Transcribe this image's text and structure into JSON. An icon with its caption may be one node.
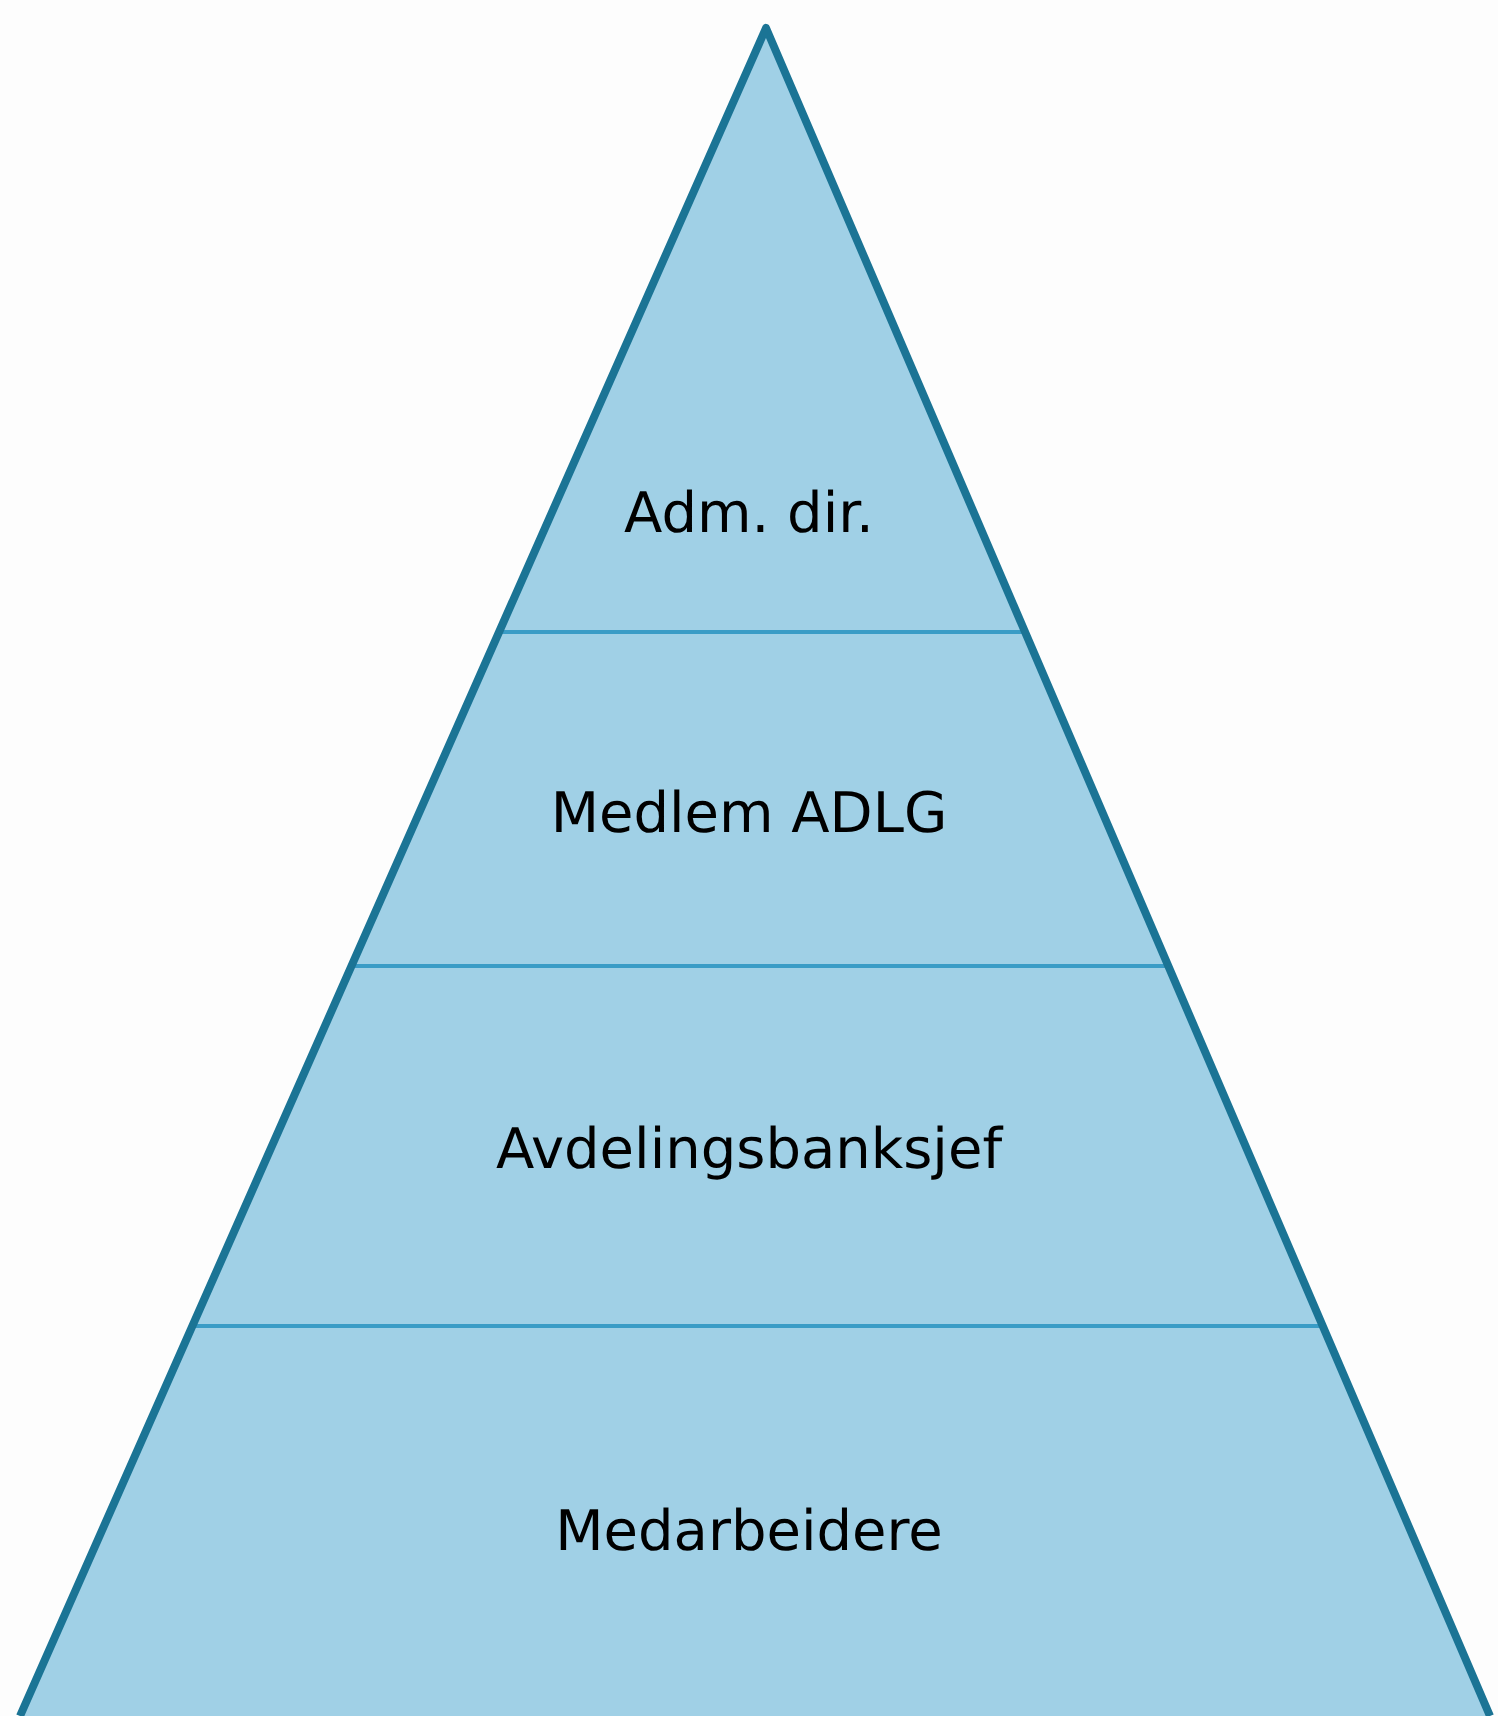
{
  "diagram": {
    "nodes": [
      {
        "text": [
          "Adm. dir."
        ]
      },
      {
        "text": [
          "Medlem ADLG"
        ]
      },
      {
        "text": [
          "Avdelingsbanksjef"
        ]
      },
      {
        "text": [
          "Medarbeidere"
        ]
      }
    ]
  }
}
